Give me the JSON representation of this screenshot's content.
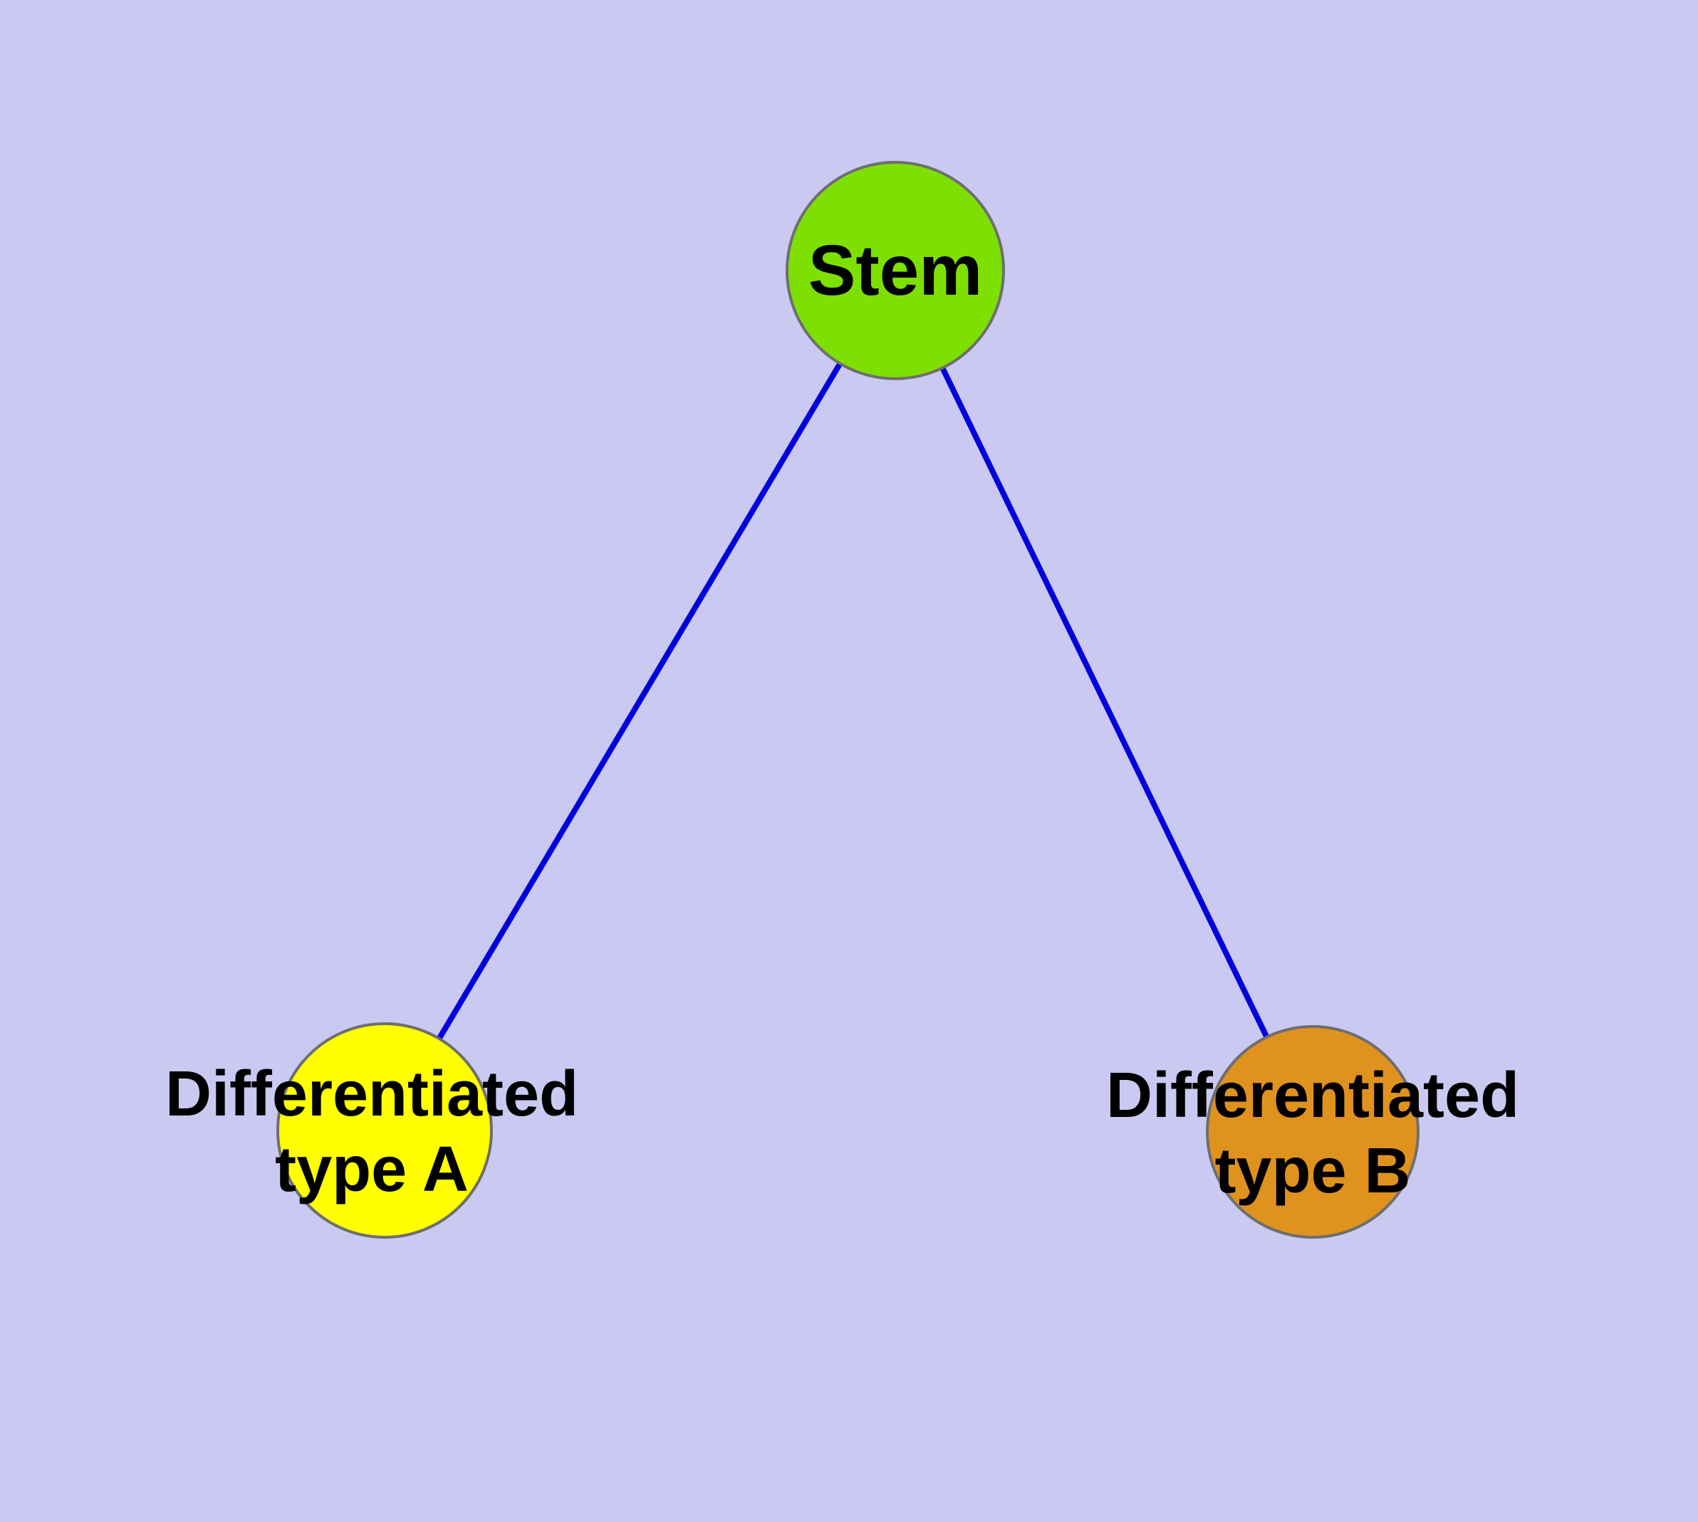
{
  "diagram": {
    "background_color": "#c9c9f2",
    "edge_color": "#0000dd",
    "node_border_color": "#6e6e6e",
    "text_color": "#000000",
    "nodes": {
      "stem": {
        "label": "Stem",
        "fill": "#7ee000"
      },
      "type_a": {
        "label_line1": "Differentiated",
        "label_line2": "type A",
        "fill": "#ffff00"
      },
      "type_b": {
        "label_line1": "Differentiated",
        "label_line2": "type B",
        "fill": "#e0921e"
      }
    },
    "edges": [
      {
        "from": "Stem",
        "to": "Differentiated type A"
      },
      {
        "from": "Stem",
        "to": "Differentiated type B"
      }
    ]
  }
}
